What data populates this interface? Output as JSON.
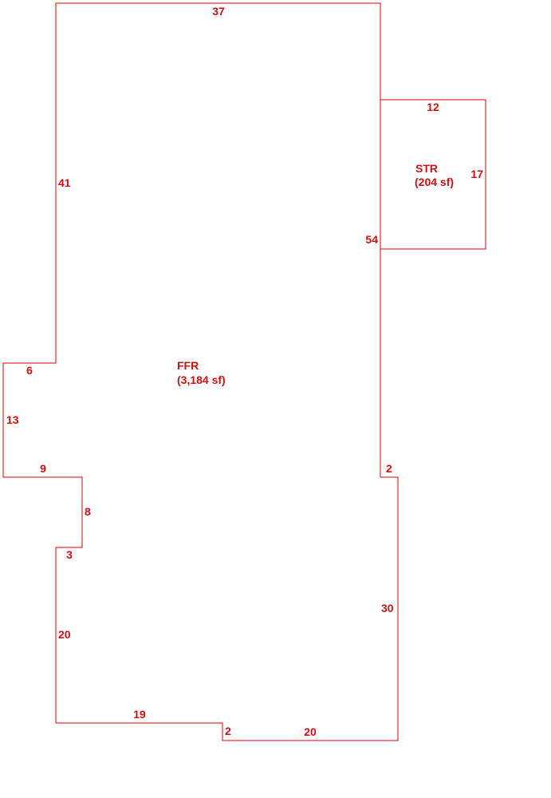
{
  "colors": {
    "line": "#e00000",
    "text": "#d01010",
    "background": "#ffffff"
  },
  "areas": [
    {
      "code": "FFR",
      "size": "(3,184 sf)"
    },
    {
      "code": "STR",
      "size": "(204 sf)"
    }
  ],
  "dimensions": {
    "ffr_top": "37",
    "ffr_left_upper": "41",
    "ffr_right_main": "54",
    "ffr_step_left_top": "6",
    "ffr_step_left_side": "13",
    "ffr_step_bottom": "9",
    "ffr_notch_side": "8",
    "ffr_notch_bottom": "3",
    "ffr_left_lower": "20",
    "ffr_bottom_left": "19",
    "ffr_bottom_step": "2",
    "ffr_bottom_right": "20",
    "ffr_right_step": "2",
    "ffr_right_lower": "30",
    "str_top": "12",
    "str_right": "17"
  }
}
